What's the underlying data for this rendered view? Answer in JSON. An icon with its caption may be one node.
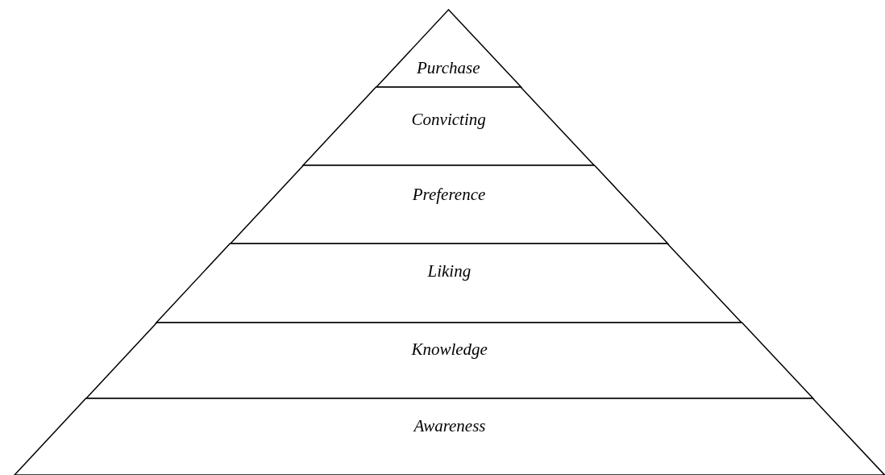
{
  "diagram": {
    "nodes": [
      {
        "text": [
          "Purchase"
        ]
      },
      {
        "text": [
          "Convicting"
        ]
      },
      {
        "text": [
          "Preference"
        ]
      },
      {
        "text": [
          "Liking"
        ]
      },
      {
        "text": [
          "Knowledge"
        ]
      },
      {
        "text": [
          "Awareness"
        ]
      }
    ]
  }
}
